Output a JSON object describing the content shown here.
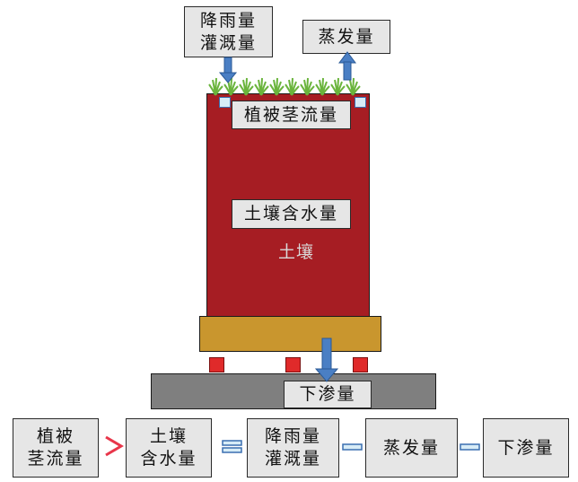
{
  "diagram": {
    "top_labels": {
      "precipitation_irrigation": "降雨量\n灌溉量",
      "evaporation": "蒸发量"
    },
    "column_labels": {
      "stem_flow": "植被茎流量",
      "soil_water": "土壤含水量",
      "soil": "土壤",
      "leakage": "下渗量"
    },
    "equation": {
      "terms": [
        "植被\n茎流量",
        "土壤\n含水量",
        "降雨量\n灌溉量",
        "蒸发量",
        "下渗量"
      ]
    }
  },
  "colors": {
    "soil": "#a61d23",
    "gravel": "#c9962e",
    "base": "#7f7f7f",
    "arrow_blue": "#4a7fc4",
    "greater_red": "#e8364a",
    "grass_green": "#6ab43c",
    "box_gray": "#e6e6e6"
  }
}
